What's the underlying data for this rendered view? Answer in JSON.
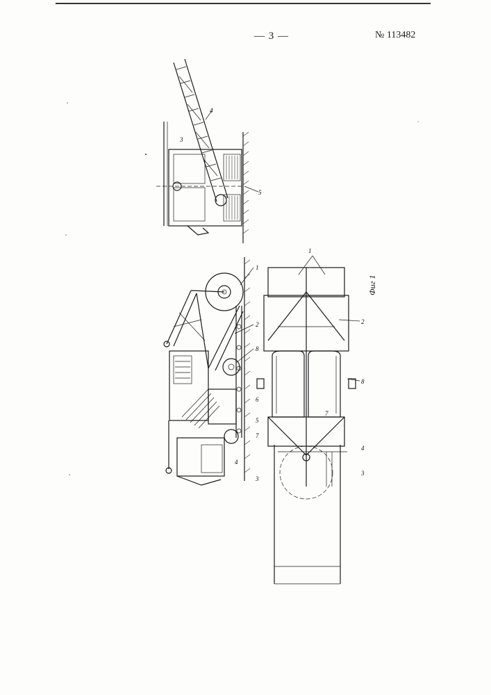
{
  "header": {
    "page_number": "— 3 —",
    "patent_number": "№ 113482"
  },
  "figure": {
    "caption": "Фиг 1",
    "labels": {
      "upper_4": "4",
      "upper_3": "3",
      "upper_5": "5",
      "side_1": "1",
      "side_2": "2",
      "side_8": "8",
      "side_6": "6",
      "side_5": "5",
      "side_7": "7",
      "side_4": "4",
      "side_3": "3",
      "plan_1": "1",
      "plan_2": "2",
      "plan_8": "8",
      "plan_7": "7",
      "plan_4": "4",
      "plan_3": "3"
    }
  }
}
